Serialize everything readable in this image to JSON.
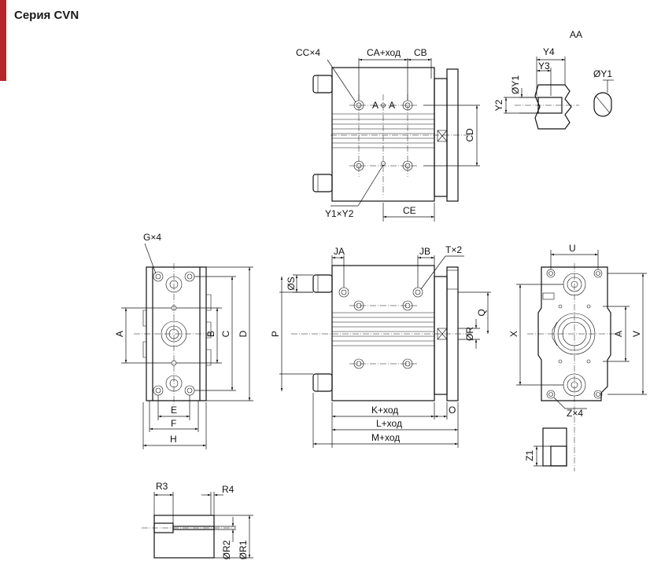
{
  "header": {
    "title": "Серия CVN",
    "accent_color": "#b5252a"
  },
  "labels": {
    "cc4": "CC×4",
    "ca_stroke": "CA+ход",
    "cb": "CB",
    "section_aa": "A",
    "section_aa2": "A",
    "cd": "CD",
    "y1y2": "Y1×Y2",
    "ce": "CE",
    "aa_title": "AA",
    "y4": "Y4",
    "y3": "Y3",
    "oy1_side": "ØY1",
    "y2": "Y2",
    "oy1": "ØY1",
    "g4": "G×4",
    "a_left": "A",
    "b": "B",
    "c": "C",
    "d": "D",
    "e": "E",
    "f": "F",
    "h": "H",
    "ja": "JA",
    "jb": "JB",
    "t2": "T×2",
    "os": "ØS",
    "p": "P",
    "q": "Q",
    "or": "ØR",
    "o": "O",
    "k_stroke": "K+ход",
    "l_stroke": "L+ход",
    "m_stroke": "M+ход",
    "u": "U",
    "x": "X",
    "a_right": "A",
    "v": "V",
    "z4": "Z×4",
    "z1": "Z1",
    "r3": "R3",
    "r4": "R4",
    "or2": "ØR2",
    "or1": "ØR1"
  }
}
